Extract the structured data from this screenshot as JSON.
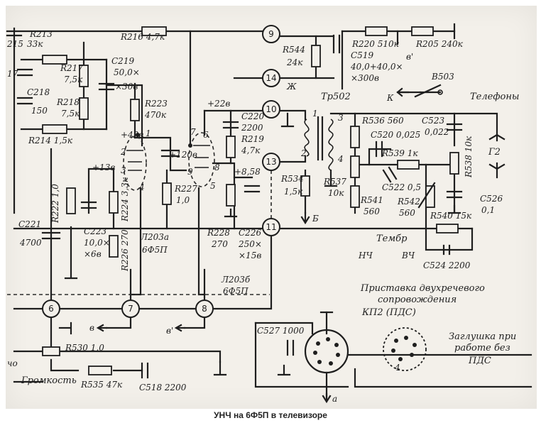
{
  "caption": "УНЧ на 6Ф5П в телевизоре",
  "labels": {
    "r216": "R216 4,7к",
    "r213a": "R213",
    "r213b": "33к",
    "r215": "215",
    "r217a": "R217",
    "r217b": "7,5к",
    "r218a": "R218",
    "r218b": "7,5к",
    "r214": "R214 1,5к",
    "c217": "17",
    "c218a": "C218",
    "c218b": "150",
    "c219a": "C219",
    "c219b": "50,0×",
    "c219c": "×30в",
    "r223a": "R223",
    "r223b": "470к",
    "p42": "+42в",
    "p22": "+22в",
    "p120": "+120в",
    "p138": "+13в",
    "p858": "+8,58",
    "c220a": "C220",
    "c220b": "2200",
    "r219a": "R219",
    "r219b": "4,7к",
    "r222": "R222 1,0",
    "r224": "R224 3,3к",
    "r227a": "R227",
    "r227b": "1,0",
    "c221a": "C221",
    "c221b": "4700",
    "c223a": "C223",
    "c223b": "10,0×",
    "c223c": "×6в",
    "r226": "R226 270",
    "r228a": "R228",
    "r228b": "270",
    "c226a": "C226",
    "c226b": "250×",
    "c226c": "×15в",
    "l203a1": "Л203а",
    "l203a2": "6Ф5П",
    "l203b1": "Л203б",
    "l203b2": "6Ф5П",
    "r544a": "R544",
    "r544b": "24к",
    "r220": "R220 510к",
    "r205": "R205 240к",
    "c519a": "C519",
    "c519b": "40,0+40,0×",
    "c519c": "×300в",
    "zh": "Ж",
    "tr502": "Тр502",
    "b503": "В503",
    "k": "К",
    "telefony": "Телефоны",
    "r536": "R536 560",
    "c520": "C520 0,025",
    "c523a": "C523",
    "c523b": "0,022",
    "r539": "R539 1к",
    "r538": "R538 10к",
    "g2": "Г2",
    "r534a": "R534",
    "r534b": "1,5к",
    "r537a": "R537",
    "r537b": "10к",
    "r541a": "R541",
    "r541b": "560",
    "c522": "C522 0,5",
    "r542a": "R542",
    "r542b": "560",
    "r540": "R540 15к",
    "c526a": "C526",
    "c526b": "0,1",
    "c524": "C524 2200",
    "timbre": "Тембр",
    "nch": "НЧ",
    "vch": "ВЧ",
    "b_lbl": "Б",
    "vprime_top": "в'",
    "prist1": "Приставка двухречевого",
    "prist2": "сопровождения",
    "prist3": "КП2      (ПДС)",
    "zagl1": "Заглушка при",
    "zagl2": "работе без",
    "zagl3": "ПДС",
    "c527": "C527 1000",
    "r530": "R530 1,0",
    "gromkost": "Громкость",
    "r535": "R535 47к",
    "c518": "C518 2200",
    "v_bottom": "в",
    "vprime_bottom": "в'",
    "a_bottom": "а",
    "ch_left": "чо",
    "pin1": "1",
    "pin2": "2",
    "pin3": "3",
    "pin4": "4",
    "pin5": "5",
    "pin6": "6",
    "pin7": "7",
    "pin8": "8",
    "pin9": "9",
    "tpin1": "1",
    "tpin2": "2",
    "tpin3": "3",
    "tpin4": "4",
    "zpin": "4"
  },
  "nodes": {
    "n9": "9",
    "n14": "14",
    "n10": "10",
    "n13": "13",
    "n11": "11",
    "n6": "6",
    "n7": "7",
    "n8": "8"
  }
}
